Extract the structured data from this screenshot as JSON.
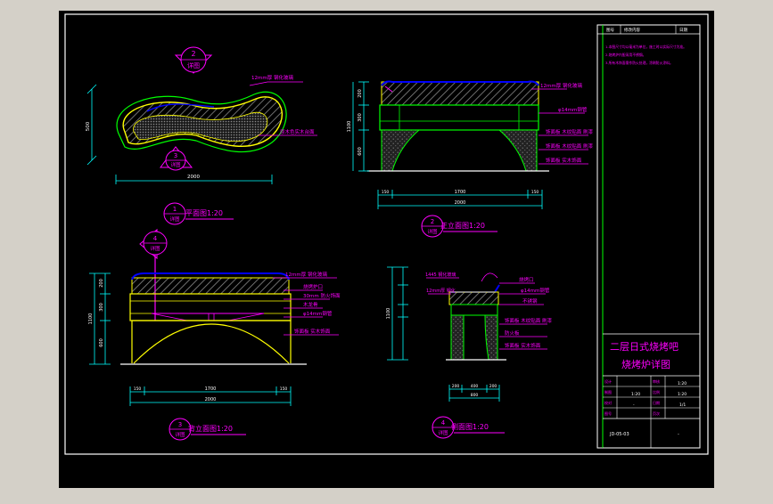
{
  "colors": {
    "canvas": "#000000",
    "chrome": "#d4d0c8",
    "frame": "#ffffff",
    "annotation": "#ff00ff",
    "dimension": "#00ffff",
    "outline": "#ffff00",
    "accent": "#00ff00",
    "cushion": "#0000ff",
    "hatch": "#8a8a8a"
  },
  "views": {
    "plan": {
      "marker_num": "1",
      "marker_sheet": "详图",
      "title": "平面图1:20"
    },
    "front": {
      "marker_num": "2",
      "marker_sheet": "详图",
      "title": "正立面图1:20"
    },
    "back": {
      "marker_num": "3",
      "marker_sheet": "详图",
      "title": "背立面图1:20"
    },
    "side": {
      "marker_num": "4",
      "marker_sheet": "详图",
      "title": "侧面图1:20"
    }
  },
  "callouts": {
    "plan_top": "12mm厚 钢化玻璃",
    "plan_mid": "原木色实木台面",
    "front_1": "12mm厚 钢化玻璃",
    "front_2": "φ14mm钢管",
    "front_3": "饰面板 木纹贴面 刷漆",
    "front_4": "饰面板 实木饰面",
    "back_1": "12mm厚 钢化玻璃",
    "back_2": "烧烤炉口",
    "back_3": "30mm 防火饰面",
    "back_4": "木龙骨",
    "back_5": "φ14mm钢管",
    "back_6": "饰面板 实木饰面",
    "side_1": "12mm厚 钢化",
    "side_2": "烧烤口",
    "side_3": "φ14mm钢管",
    "side_4": "不锈钢",
    "side_5": "饰面板 木纹贴面 刷漆",
    "side_6": "防火板",
    "side_7": "饰面板 实木饰面"
  },
  "dims": {
    "plan_width": "2000",
    "plan_depth": "500",
    "front_height": "1100",
    "front_h1": "200",
    "front_h2": "300",
    "front_h3": "600",
    "front_inner": "1700",
    "front_total": "2000",
    "front_side": "150",
    "back_height": "1100",
    "back_total": "2000",
    "back_inner": "1700",
    "back_side": "150",
    "side_total": "800",
    "side_a": "200",
    "side_b": "400",
    "side_height": "1100",
    "side_note": "1445 钢化玻璃"
  },
  "notes": [
    "1.本图尺寸均以毫米为单位，施工时以实际尺寸为准。",
    "2.烧烤炉内胆采用不锈钢。",
    "3.所有木饰面需作防火处理，涂刷防火涂料。"
  ],
  "titleblock": {
    "head_1": "图号",
    "head_2": "修改内容",
    "head_3": "日期",
    "project": "二层日式烧烤吧",
    "drawing": "烧烤炉详图",
    "l1": "设计",
    "r1": "审核",
    "l2": "制图",
    "r2": "比例",
    "l3": "校对",
    "r3": "日期",
    "l4": "图号",
    "r4": "页次",
    "v1": "",
    "w1": "1:20",
    "v2": "1:20",
    "w2": "1:20",
    "v3": "-",
    "w3": "1/1",
    "code": "JD-05-03",
    "code_r": "-"
  }
}
